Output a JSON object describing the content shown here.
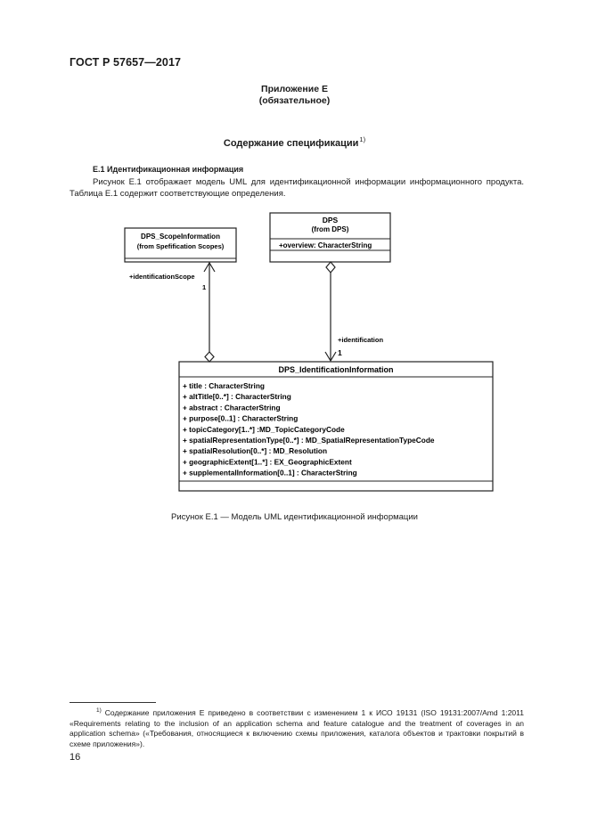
{
  "header": {
    "standard_id": "ГОСТ Р 57657—2017"
  },
  "appendix": {
    "title": "Приложение E",
    "status": "(обязательное)"
  },
  "contents": {
    "title": "Содержание спецификации",
    "footnote_mark": "1)"
  },
  "section": {
    "heading": "E.1 Идентификационная информация",
    "paragraph": "Рисунок E.1 отображает модель UML для идентификационной информации информационного продукта. Таблица E.1 содержит соответствующие определения."
  },
  "diagram": {
    "dps_box": {
      "name": "DPS",
      "from": "(from DPS)",
      "attribute": "+overview: CharacterString"
    },
    "scope_box": {
      "name": "DPS_ScopeInformation",
      "from": "(from Spefification Scopes)"
    },
    "ident_box": {
      "name": "DPS_IdentificationInformation",
      "attributes": [
        "+ title : CharacterString",
        "+ altTitle[0..*] : CharacterString",
        "+ abstract : CharacterString",
        "+ purpose[0..1] : CharacterString",
        "+ topicCategory[1..*] :MD_TopicCategoryCode",
        "+ spatialRepresentationType[0..*] : MD_SpatialRepresentationTypeCode",
        "+ spatialResolution[0..*] : MD_Resolution",
        "+ geographicExtent[1..*] : EX_GeographicExtent",
        "+ supplementalInformation[0..1] : CharacterString"
      ]
    },
    "assoc_scope": {
      "role": "+identificationScope",
      "multiplicity": "1"
    },
    "assoc_ident": {
      "role": "+identification",
      "multiplicity": "1"
    }
  },
  "caption": "Рисунок E.1 — Модель UML идентификационной информации",
  "footnote": {
    "mark": "1)",
    "text": "Содержание приложения E приведено в соответствии с изменением 1 к ИСО 19131 (ISO 19131:2007/Amd 1:2011 «Requirements relating to the inclusion of an application schema and feature catalogue and the treatment of coverages in an application schema» («Требования, относящиеся к включению схемы приложения, каталога объектов и трактовки покрытий в схеме приложения»)."
  },
  "page_number": "16"
}
